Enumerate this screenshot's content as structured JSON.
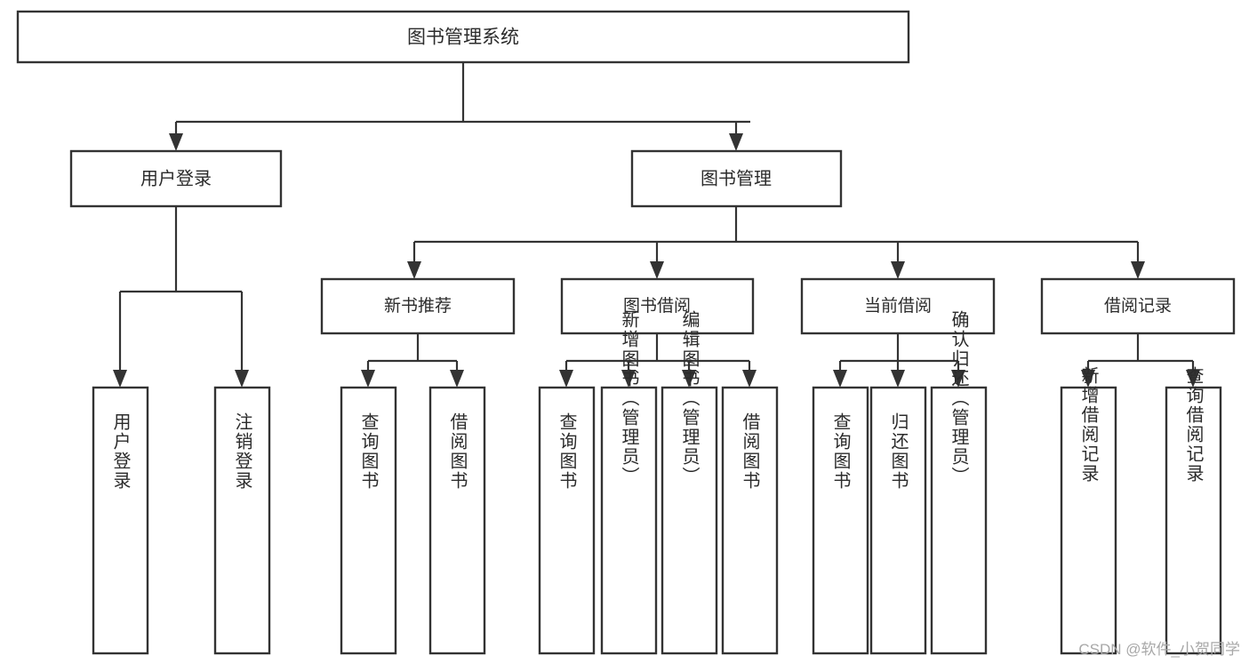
{
  "diagram": {
    "title": "图书管理系统",
    "type": "tree-hierarchy-diagram",
    "colors": {
      "box_stroke": "#333333",
      "box_fill": "#ffffff",
      "text": "#2b2b2b",
      "connector": "#333333",
      "background": "#ffffff",
      "watermark": "#a8a8a8"
    },
    "root": {
      "label": "图书管理系统"
    },
    "level1": [
      {
        "label": "用户登录"
      },
      {
        "label": "图书管理"
      }
    ],
    "level2": [
      {
        "label": "新书推荐"
      },
      {
        "label": "图书借阅"
      },
      {
        "label": "当前借阅"
      },
      {
        "label": "借阅记录"
      }
    ],
    "leaves": {
      "user_login": [
        {
          "label": "用户登录"
        },
        {
          "label": "注销登录"
        }
      ],
      "new_book_recommend": [
        {
          "label": "查询图书"
        },
        {
          "label": "借阅图书"
        }
      ],
      "book_borrow": [
        {
          "label": "查询图书"
        },
        {
          "label": "新增图书（管理员）"
        },
        {
          "label": "编辑图书（管理员）"
        },
        {
          "label": "借阅图书"
        }
      ],
      "current_borrow": [
        {
          "label": "查询图书"
        },
        {
          "label": "归还图书"
        },
        {
          "label": "确认归还（管理员）"
        }
      ],
      "borrow_record": [
        {
          "label": "新增借阅记录"
        },
        {
          "label": "查询借阅记录"
        }
      ]
    }
  },
  "watermark": {
    "text": "CSDN @软件_小贺同学"
  }
}
